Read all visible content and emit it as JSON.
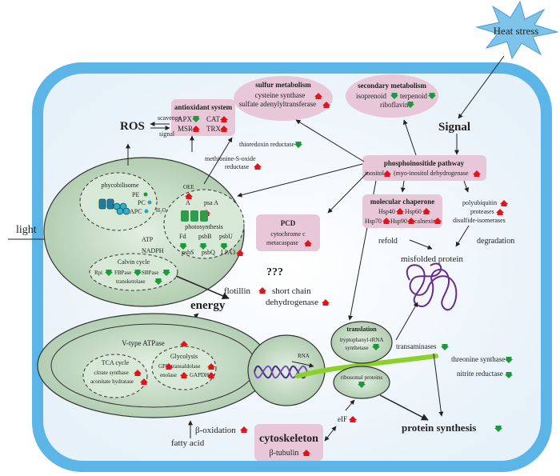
{
  "heat_stress": "Heat stress",
  "signal": "Signal",
  "light": "light",
  "ros": {
    "title": "ROS",
    "scavenge": "scavenge",
    "signal": "signal"
  },
  "sulfur": {
    "title": "sulfur metabolism",
    "l1": "cysteine synthase",
    "l2": "sulfate adenylyltransferase"
  },
  "secondary": {
    "title": "secondary metabolism",
    "l1a": "isoprenoid",
    "l1b": "terpenoid",
    "l2": "riboflavin"
  },
  "antiox": {
    "title": "antioxidant system",
    "apx": "APX",
    "cat": "CAT",
    "msr": "MSR",
    "trx": "TRX"
  },
  "thioredoxin": "thioredoxin reductase",
  "msr_red": {
    "l1": "methionine-S-oxide",
    "l2": "reductase"
  },
  "phospho": {
    "title": "phosphoinositide pathway",
    "inositol": "inositol",
    "myo": "(myo-inositol dehydrogenase"
  },
  "chaperone": {
    "title": "molecular chaperone",
    "hsp40": "Hsp40",
    "hsp60": "Hsp60",
    "hsp70": "Hsp70",
    "hsp90": "Hsp90",
    "calnexin": "calnexin"
  },
  "refold": "refold",
  "degrad": {
    "l1": "polyubiquitin",
    "l2": "proteases",
    "l3": "disulfide-isomerases",
    "label": "degradation"
  },
  "misfolded": "misfolded protein",
  "pcd": {
    "title": "PCD",
    "l1": "cytochrome c",
    "l2": "metacaspase"
  },
  "qqq": "???",
  "flotillin": "flotillin",
  "scd": {
    "l1": "short chain",
    "l2": "dehydrogenase"
  },
  "chloro": {
    "phycobilisome": "phycobilisome",
    "pe": "PE",
    "pc": "PC",
    "apc": "APC",
    "h2o": "H₂O",
    "oee": "OEE",
    "psaa": "psa A",
    "a": "A",
    "photosynthesis": "photosynthesis",
    "fd": "Fd",
    "psbb": "psbB",
    "psbu": "psbU",
    "psbs": "psbS",
    "psbq": "psbQ",
    "lpa3": "LPA3",
    "atp": "ATP",
    "nadph": "NADPH",
    "calvin": "Calvin cycle",
    "rpi": "Rpi",
    "fbpase": "FBPase",
    "sbpase": "SBPase",
    "transketolase": "transketolase"
  },
  "energy": "energy",
  "mito": {
    "vatpase": "V-type ATPase",
    "tca": "TCA cycle",
    "citrate": "citrate synthase",
    "aconitate": "aconitate hydratase",
    "glycolysis": "Glycolysis",
    "gpi": "GPI",
    "transaldolase": "transaldolase",
    "enolase": "enolase",
    "gapdh": "GAPDH"
  },
  "beta_ox": "β-oxidation",
  "fatty_acid": "fatty acid",
  "rna": "RNA",
  "translation": {
    "title": "translation",
    "l1": "tryptophanyl-tRNA",
    "l2": "synthetase",
    "ribo": "ribosomal proteins"
  },
  "transaminases": "transaminases",
  "threonine": "threonine synthase",
  "nitrite": "nitrite reductase",
  "protein_synth": "protein synthesis",
  "elf": "eIF",
  "cytoskeleton": {
    "title": "cytoskeleton",
    "l1": "β-tubulin"
  },
  "colors": {
    "up": "#e0141b",
    "down": "#1b9a3c",
    "cell_wall": "#5bb5e6",
    "box_fill": "#e8c8d8",
    "organelle": "#c9dfc9"
  }
}
